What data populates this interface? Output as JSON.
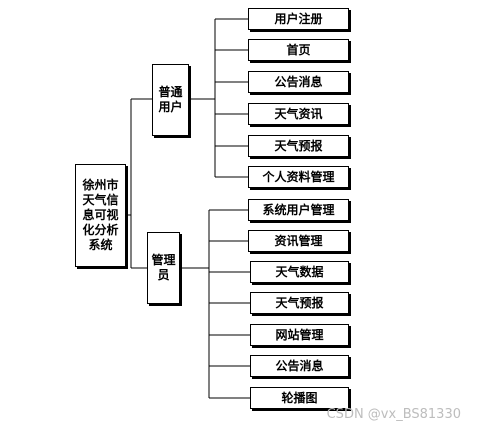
{
  "root": {
    "lines": [
      "徐州市",
      "天气信",
      "息可视",
      "化分析",
      "系统"
    ]
  },
  "groups": [
    {
      "lines": [
        "普通",
        "用户"
      ],
      "items": [
        "用户注册",
        "首页",
        "公告消息",
        "天气资讯",
        "天气预报",
        "个人资料管理"
      ]
    },
    {
      "lines": [
        "管理",
        "员"
      ],
      "items": [
        "系统用户管理",
        "资讯管理",
        "天气数据",
        "天气预报",
        "网站管理",
        "公告消息",
        "轮播图"
      ]
    }
  ],
  "watermark": "CSDN @vx_BS81330"
}
